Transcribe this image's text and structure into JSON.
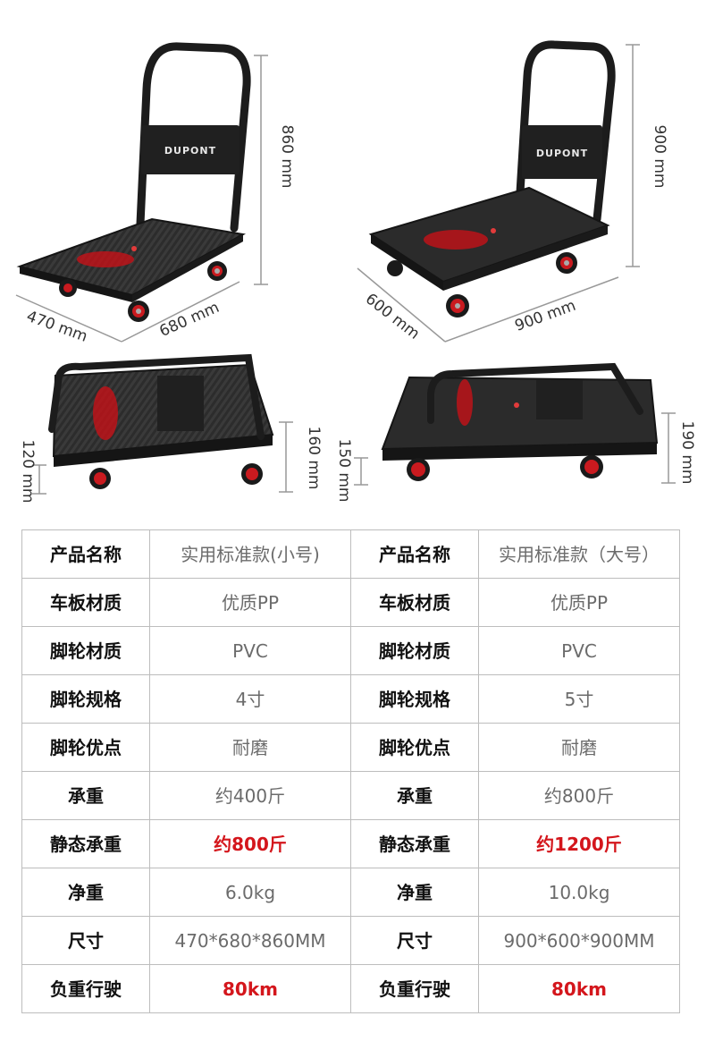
{
  "logo": {
    "brand": "DUPONT"
  },
  "dimensions": {
    "small_height": "860 mm",
    "small_width": "470 mm",
    "small_length": "680 mm",
    "large_height": "900 mm",
    "large_width": "600 mm",
    "large_length": "900 mm",
    "small_folded_body": "160 mm",
    "small_folded_wheel": "120 mm",
    "large_folded_body": "190 mm",
    "large_folded_wheel": "150 mm"
  },
  "colors": {
    "accent_red": "#d4161c",
    "deck": "#2b2b2b",
    "frame": "#1c1c1c"
  },
  "spec_table": {
    "rows": [
      {
        "key_a": "产品名称",
        "val_a": "实用标准款(小号)",
        "key_b": "产品名称",
        "val_b": "实用标准款（大号）",
        "highlight": false
      },
      {
        "key_a": "车板材质",
        "val_a": "优质PP",
        "key_b": "车板材质",
        "val_b": "优质PP",
        "highlight": false
      },
      {
        "key_a": "脚轮材质",
        "val_a": "PVC",
        "key_b": "脚轮材质",
        "val_b": "PVC",
        "highlight": false
      },
      {
        "key_a": "脚轮规格",
        "val_a": "4寸",
        "key_b": "脚轮规格",
        "val_b": "5寸",
        "highlight": false
      },
      {
        "key_a": "脚轮优点",
        "val_a": "耐磨",
        "key_b": "脚轮优点",
        "val_b": "耐磨",
        "highlight": false
      },
      {
        "key_a": "承重",
        "val_a": "约400斤",
        "key_b": "承重",
        "val_b": "约800斤",
        "highlight": false
      },
      {
        "key_a": "静态承重",
        "val_a": "约800斤",
        "key_b": "静态承重",
        "val_b": "约1200斤",
        "highlight": true
      },
      {
        "key_a": "净重",
        "val_a": "6.0kg",
        "key_b": "净重",
        "val_b": "10.0kg",
        "highlight": false
      },
      {
        "key_a": "尺寸",
        "val_a": "470*680*860MM",
        "key_b": "尺寸",
        "val_b": "900*600*900MM",
        "highlight": false
      },
      {
        "key_a": "负重行驶",
        "val_a": "80km",
        "key_b": "负重行驶",
        "val_b": "80km",
        "highlight": true
      }
    ]
  }
}
